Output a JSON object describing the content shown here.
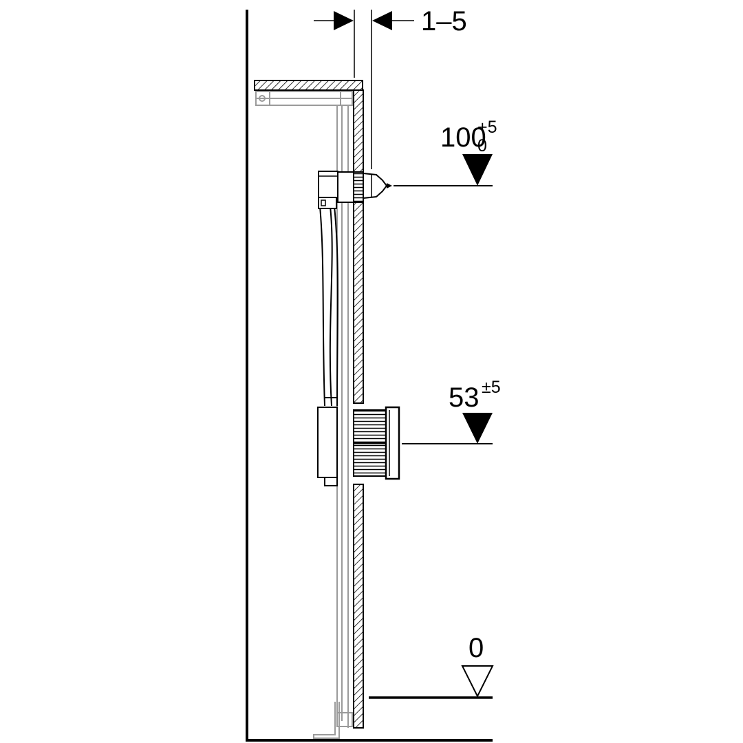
{
  "drawing": {
    "gap_dimension": {
      "value": "1–5"
    },
    "levels": [
      {
        "id": "upper",
        "value": "100",
        "tol_upper": "+5",
        "tol_lower": "0",
        "tol_combined": ""
      },
      {
        "id": "middle",
        "value": "53",
        "tol_upper": "",
        "tol_lower": "",
        "tol_combined": "±5"
      },
      {
        "id": "floor",
        "value": "0",
        "tol_upper": "",
        "tol_lower": "",
        "tol_combined": ""
      }
    ]
  },
  "colors": {
    "line": "#000000",
    "frame": "#9a9a9a",
    "background": "#ffffff"
  }
}
